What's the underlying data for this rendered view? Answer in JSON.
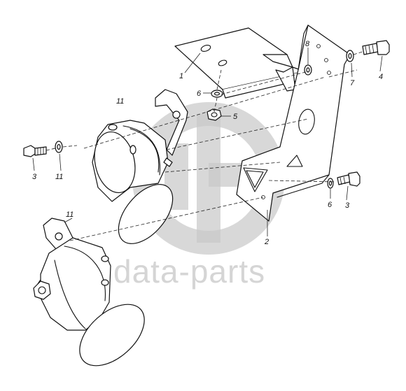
{
  "diagram": {
    "callouts": [
      {
        "id": "c1",
        "label": "1"
      },
      {
        "id": "c2",
        "label": "2"
      },
      {
        "id": "c3a",
        "label": "3"
      },
      {
        "id": "c3b",
        "label": "3"
      },
      {
        "id": "c4",
        "label": "4"
      },
      {
        "id": "c5",
        "label": "5"
      },
      {
        "id": "c6a",
        "label": "6"
      },
      {
        "id": "c6b",
        "label": "6"
      },
      {
        "id": "c7",
        "label": "7"
      },
      {
        "id": "c8",
        "label": "8"
      },
      {
        "id": "c11a",
        "label": "11"
      },
      {
        "id": "c11b",
        "label": "11"
      },
      {
        "id": "c11c",
        "label": "11"
      }
    ]
  },
  "watermark": {
    "text": "data-parts",
    "color": "#c9c9c9"
  },
  "colors": {
    "line": "#111111",
    "background": "#ffffff"
  }
}
